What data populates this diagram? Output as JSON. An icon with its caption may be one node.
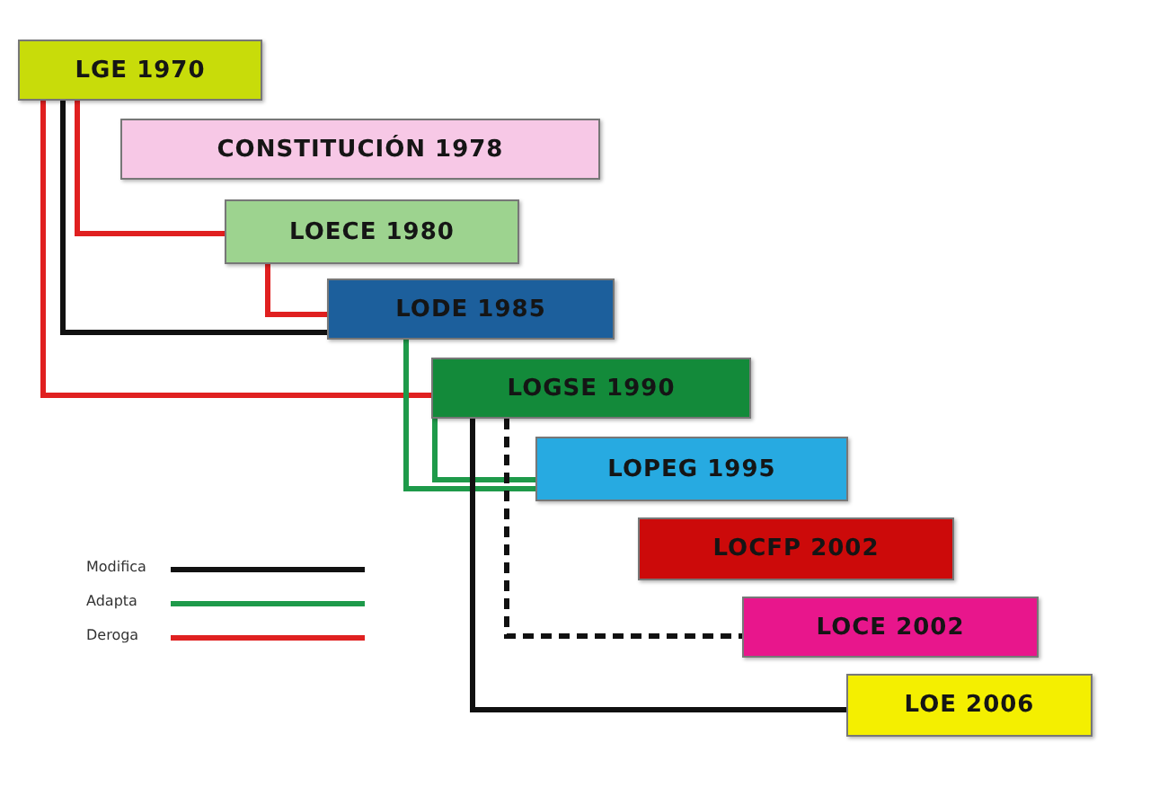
{
  "diagram": {
    "nodes": [
      {
        "text": [
          "LGE 1970"
        ]
      },
      {
        "text": [
          "CONSTITUCIÓN 1978"
        ]
      },
      {
        "text": [
          "LOECE 1980"
        ]
      },
      {
        "text": [
          "LODE 1985"
        ]
      },
      {
        "text": [
          "LOGSE 1990"
        ]
      },
      {
        "text": [
          "LOPEG 1995"
        ]
      },
      {
        "text": [
          "LOCFP 2002"
        ]
      },
      {
        "text": [
          "LOCE 2002"
        ]
      },
      {
        "text": [
          "LOE 2006"
        ]
      }
    ],
    "edges": [
      {
        "from": 0,
        "to": 2,
        "arrow": "none",
        "color": "#e02020"
      },
      {
        "from": 0,
        "to": 3,
        "arrow": "none",
        "color": "#111111"
      },
      {
        "from": 0,
        "to": 4,
        "arrow": "none",
        "color": "#e02020"
      },
      {
        "from": 2,
        "to": 3,
        "arrow": "none",
        "color": "#e02020"
      },
      {
        "from": 3,
        "to": 5,
        "arrow": "none",
        "color": "#1e9a4a"
      },
      {
        "from": 4,
        "to": 5,
        "arrow": "none",
        "color": "#1e9a4a"
      },
      {
        "from": 4,
        "to": 8,
        "arrow": "none",
        "color": "#111111"
      },
      {
        "from": 4,
        "to": 7,
        "arrow": "none",
        "style": "dashed",
        "color": "#111111"
      }
    ],
    "legend": [
      {
        "text": "Modifica"
      },
      {
        "text": "Adapta"
      },
      {
        "text": "Deroga"
      }
    ]
  }
}
